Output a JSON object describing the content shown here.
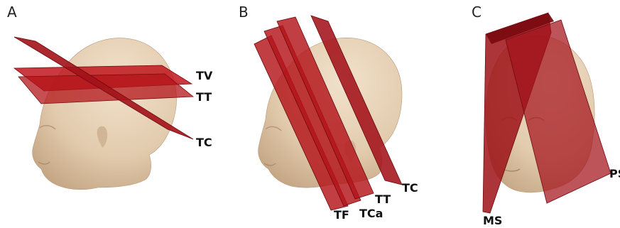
{
  "panels": [
    {
      "letter": "A",
      "planes": [
        "TV",
        "TT",
        "TC"
      ]
    },
    {
      "letter": "B",
      "planes": [
        "TC",
        "TT",
        "TCa",
        "TF"
      ]
    },
    {
      "letter": "C",
      "planes": [
        "MS",
        "PS"
      ]
    }
  ],
  "colors": {
    "skin": "#e8d3b8",
    "skin_shadow": "#c9ae8d",
    "plane": "#b3141a",
    "plane_dark": "#7a0c10"
  }
}
